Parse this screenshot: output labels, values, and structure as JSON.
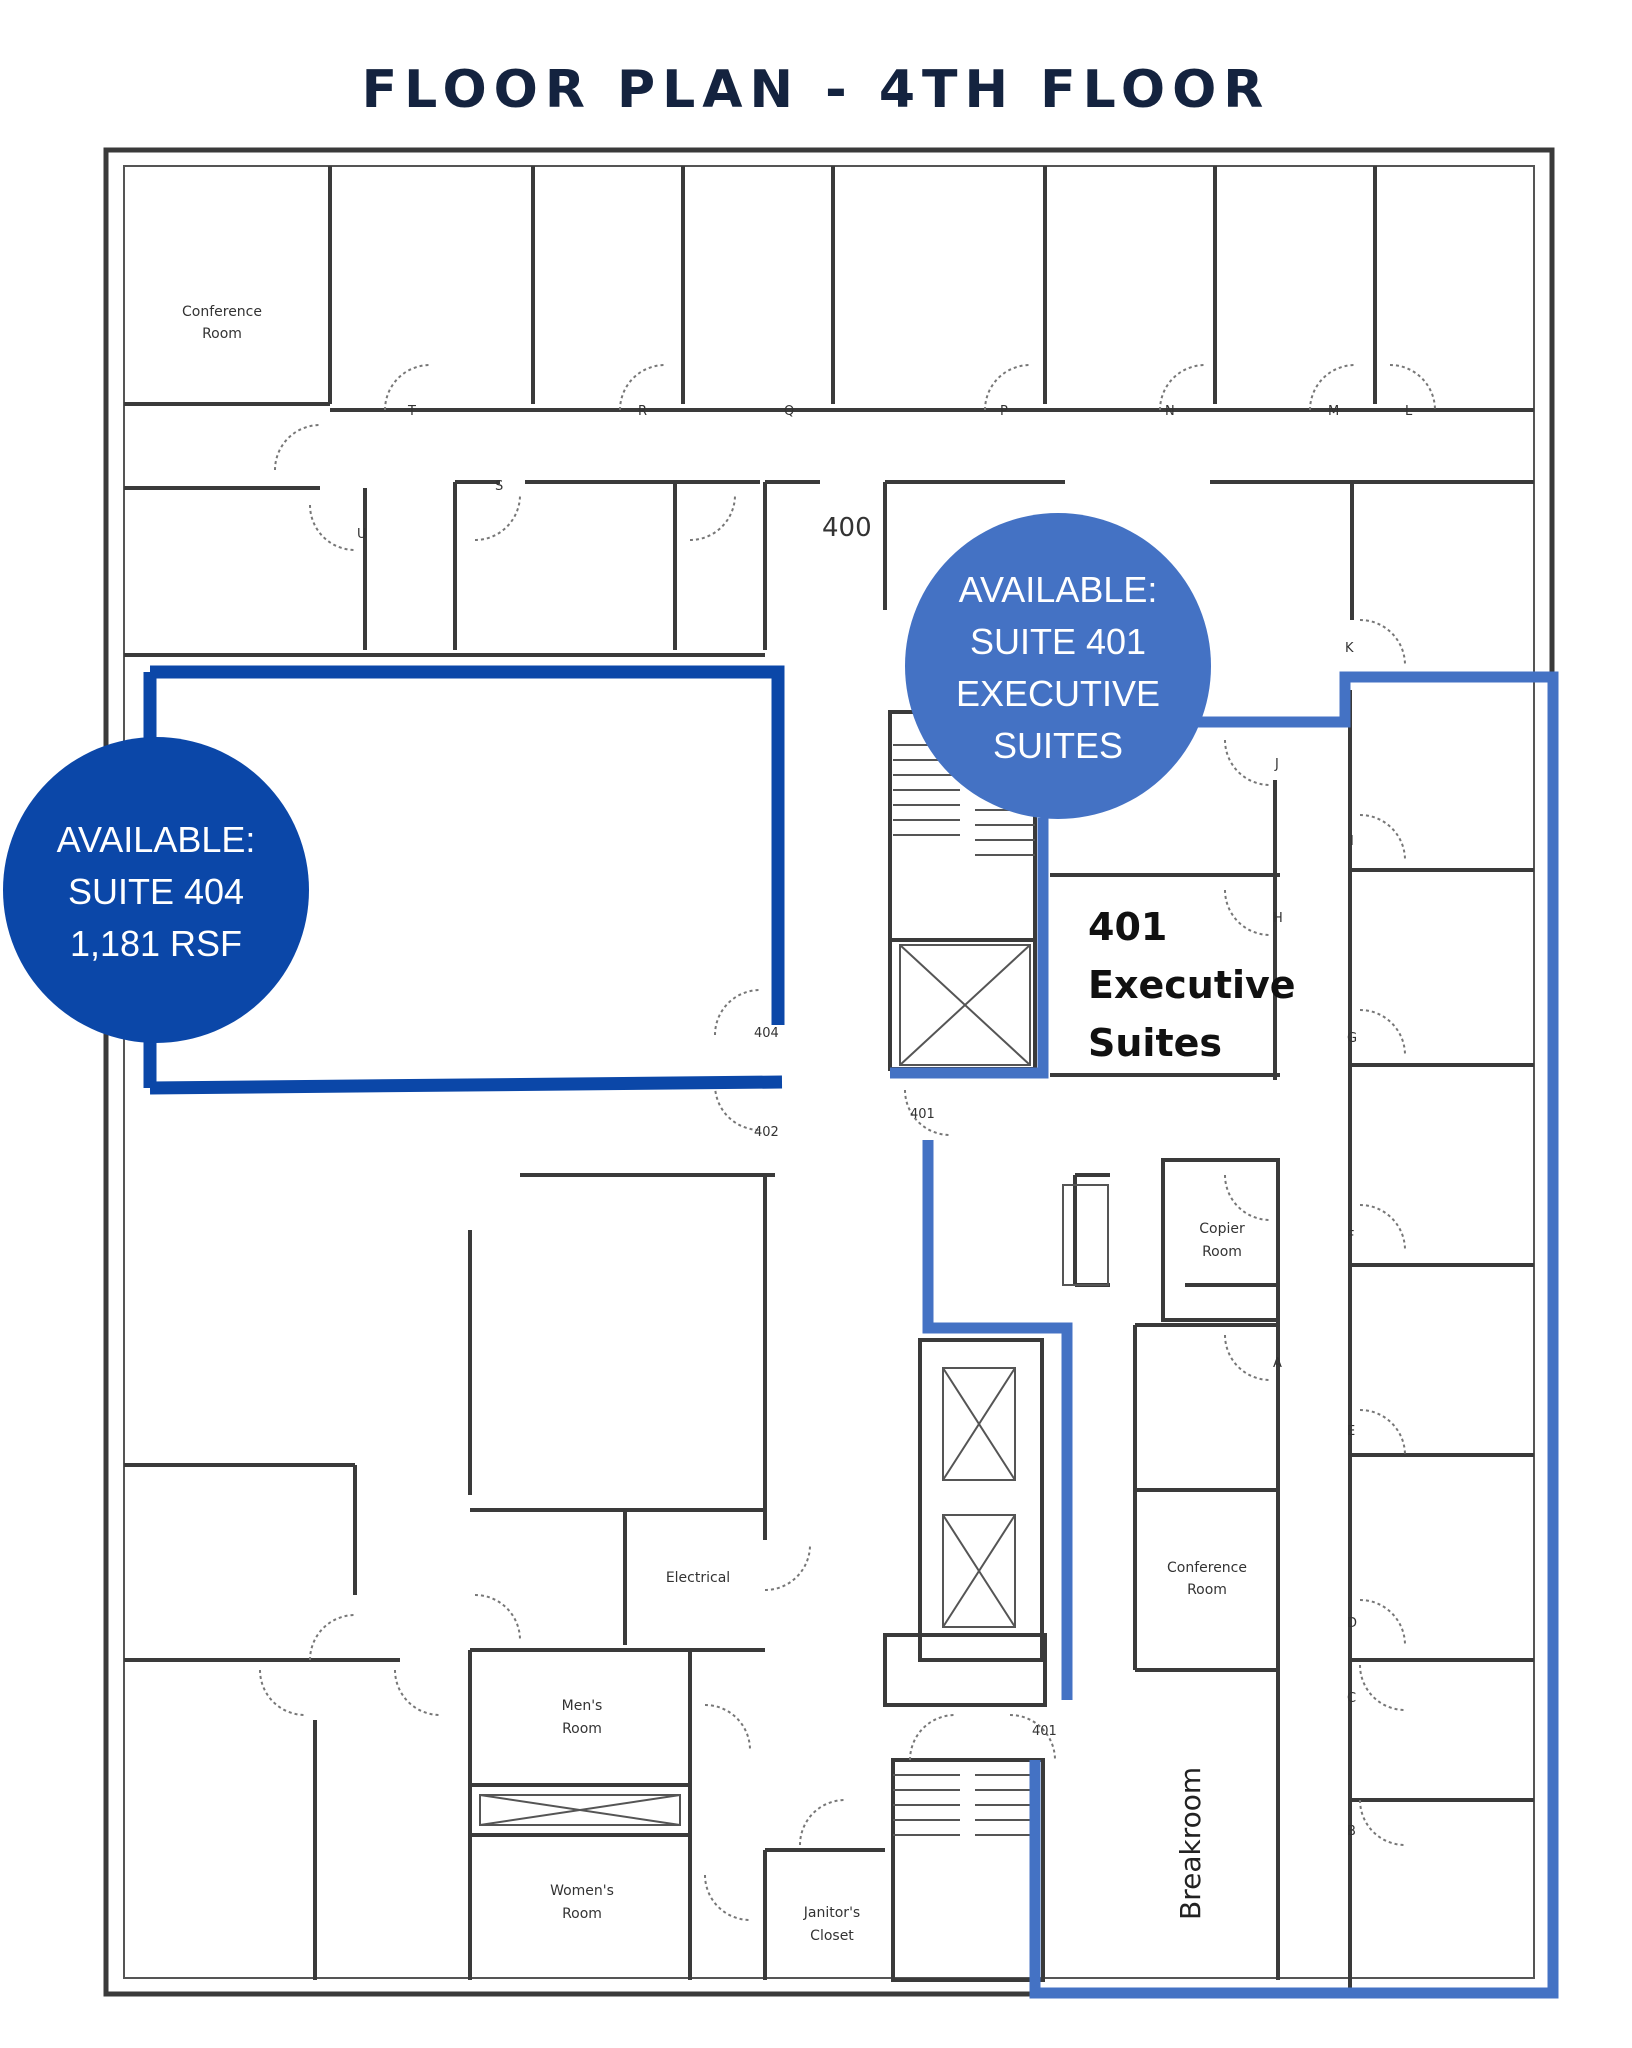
{
  "title": "FLOOR PLAN - 4TH FLOOR",
  "colors": {
    "title": "#14233f",
    "suite_404": "#0b47a8",
    "suite_401": "#4472c4",
    "wall": "#3a3a3a"
  },
  "rooms": {
    "conference_top_line1": "Conference",
    "conference_top_line2": "Room",
    "suite_400": "400",
    "copier_line1": "Copier",
    "copier_line2": "Room",
    "electrical": "Electrical",
    "conference_right_line1": "Conference",
    "conference_right_line2": "Room",
    "mens_line1": "Men's",
    "mens_line2": "Room",
    "womens_line1": "Women's",
    "womens_line2": "Room",
    "janitor_line1": "Janitor's",
    "janitor_line2": "Closet",
    "breakroom": "Breakroom"
  },
  "room_letters": [
    "T",
    "R",
    "Q",
    "P",
    "N",
    "M",
    "L",
    "S",
    "U",
    "K",
    "J",
    "I",
    "H",
    "G",
    "F",
    "A",
    "E",
    "D",
    "C",
    "B"
  ],
  "door_numbers": {
    "d404": "404",
    "d402": "402",
    "d401a": "401",
    "d401b": "401"
  },
  "suite_401_plan_label": {
    "line1": "401",
    "line2": "Executive",
    "line3": "Suites"
  },
  "badges": {
    "suite_404": {
      "line1": "AVAILABLE:",
      "line2": "SUITE 404",
      "line3": "1,181 RSF"
    },
    "suite_401": {
      "line1": "AVAILABLE:",
      "line2": "SUITE 401",
      "line3": "EXECUTIVE",
      "line4": "SUITES"
    }
  }
}
